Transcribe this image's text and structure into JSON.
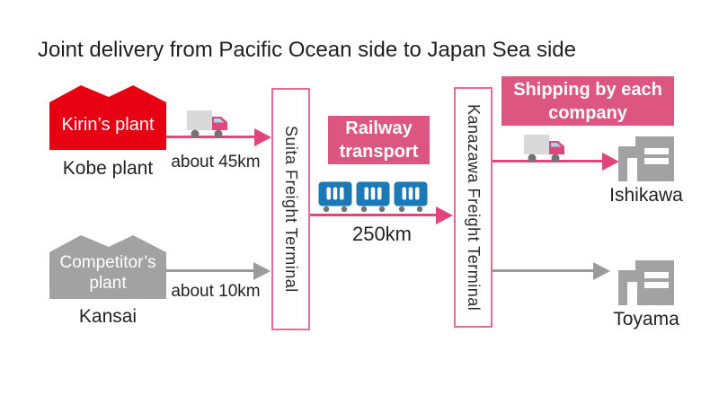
{
  "title": "Joint delivery from Pacific Ocean side to Japan Sea side",
  "colors": {
    "accent_pink": "#e0457c",
    "label_pink": "#dc5681",
    "terminal_border_pink": "#ea6a94",
    "kirin_red": "#e60012",
    "train_blue": "#1a79b6",
    "neutral_gray": "#a2a2a2"
  },
  "sources": [
    {
      "plant_label": "Kirin’s plant",
      "caption": "Kobe plant",
      "distance": "about 45km"
    },
    {
      "plant_label": "Competitor’s plant",
      "caption": "Kansai",
      "distance": "about 10km"
    }
  ],
  "terminals": [
    {
      "name": "Suita Freight Terminal"
    },
    {
      "name": "Kanazawa Freight Terminal"
    }
  ],
  "railway": {
    "label": "Railway transport",
    "distance": "250km"
  },
  "shipping": {
    "label": "Shipping by each company"
  },
  "destinations": [
    {
      "name": "Ishikawa"
    },
    {
      "name": "Toyama"
    }
  ]
}
